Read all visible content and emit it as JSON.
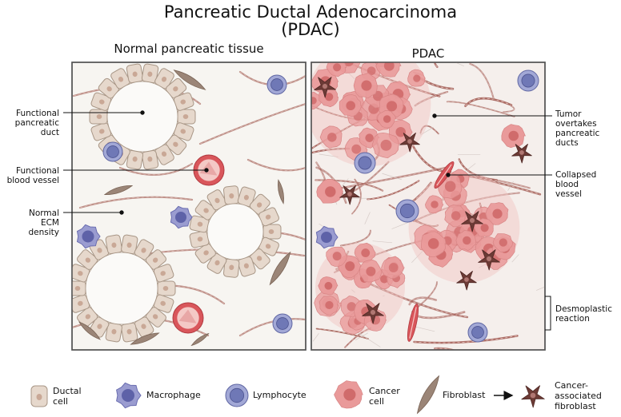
{
  "title_line1": "Pancreatic Ductal Adenocarcinoma",
  "title_line2": "(PDAC)",
  "panels": {
    "normal_title": "Normal pancreatic tissue",
    "pdac_title": "PDAC"
  },
  "callouts_left": {
    "functional_duct": [
      "Functional",
      "pancreatic",
      "duct"
    ],
    "functional_vessel": [
      "Functional",
      "blood vessel"
    ],
    "normal_ecm": [
      "Normal",
      "ECM",
      "density"
    ]
  },
  "callouts_right": {
    "tumor_overtakes": [
      "Tumor",
      "overtakes",
      "pancreatic",
      "ducts"
    ],
    "collapsed_vessel": [
      "Collapsed",
      "blood",
      "vessel"
    ],
    "desmoplastic": [
      "Desmoplastic",
      "reaction"
    ]
  },
  "legend": {
    "ductal": [
      "Ductal",
      "cell"
    ],
    "macrophage": "Macrophage",
    "lymphocyte": "Lymphocyte",
    "cancer": [
      "Cancer",
      "cell"
    ],
    "fibroblast": "Fibroblast",
    "caf": [
      "Cancer-",
      "associated",
      "fibroblast"
    ]
  },
  "colors": {
    "panel_bg": "#f7f5f1",
    "panel_border": "#555555",
    "ductal_fill": "#e6d8cc",
    "ductal_stroke": "#a89686",
    "nucleus": "#c9a896",
    "macrophage": "#7f82bb",
    "lymphocyte": "#6f78b6",
    "cancer_fill": "#e99a9a",
    "cancer_nucleus": "#d06b6b",
    "fibroblast": "#9b8577",
    "caf": "#6d3b36",
    "vessel": "#d9565b",
    "ecm_fiber": "#a35d55"
  }
}
